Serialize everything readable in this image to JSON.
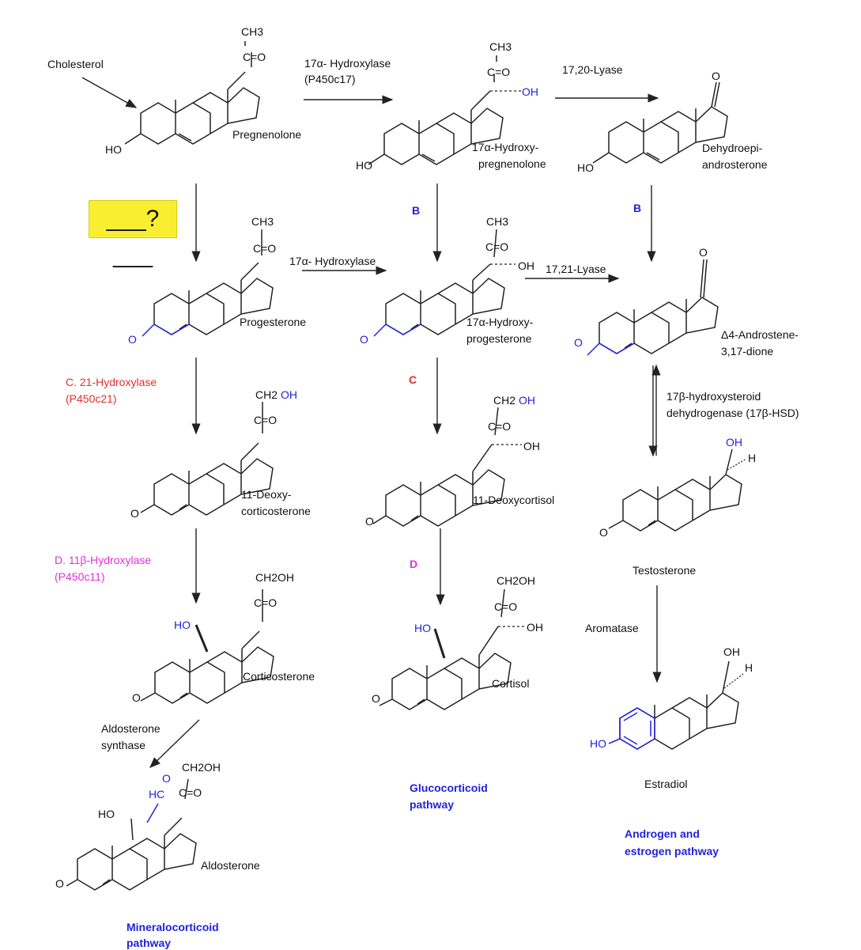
{
  "colors": {
    "black": "#111111",
    "blue": "#2222dd",
    "red": "#e0322a",
    "magenta": "#e030e0",
    "highlight": "#f9ee2f"
  },
  "start": "Cholesterol",
  "unknown_enzyme": "___?___",
  "compounds": {
    "pregnenolone": "Pregnenolone",
    "oh_pregnenolone_1": "17α-Hydroxy-",
    "oh_pregnenolone_2": "pregnenolone",
    "dhea_1": "Dehydroepi-",
    "dhea_2": "androsterone",
    "progesterone": "Progesterone",
    "oh_progesterone_1": "17α-Hydroxy-",
    "oh_progesterone_2": "progesterone",
    "androstenedione_1": "Δ4-Androstene-",
    "androstenedione_2": "3,17-dione",
    "deoxycorticosterone_1": "11-Deoxy-",
    "deoxycorticosterone_2": "corticosterone",
    "deoxycortisol": "11-Deoxycortisol",
    "testosterone": "Testosterone",
    "corticosterone": "Corticosterone",
    "cortisol": "Cortisol",
    "estradiol": "Estradiol",
    "aldosterone": "Aldosterone"
  },
  "enzymes": {
    "hydroxylase_17a_1": "17α- Hydroxylase",
    "hydroxylase_17a_1b": "(P450c17)",
    "lyase_1720": "17,20-Lyase",
    "hydroxylase_17a_2": "17α- Hydroxylase",
    "lyase_1721": "17,21-Lyase",
    "b1": "B",
    "b2": "B",
    "c_main_1": "C. 21-Hydroxylase",
    "c_main_2": "(P450c21)",
    "c2": "C",
    "hsd_1": "17β-hydroxysteroid",
    "hsd_2": "dehydrogenase (17β-HSD)",
    "d_main_1": "D. 11β-Hydroxylase",
    "d_main_2": "(P450c11)",
    "d2": "D",
    "aromatase": "Aromatase",
    "aldo_synth_1": "Aldosterone",
    "aldo_synth_2": "synthase"
  },
  "groups": {
    "ch3": "CH3",
    "ch2oh": "CH2OH",
    "ch2": "CH2",
    "oh_suffix": "OH",
    "co": "C=O",
    "oh": "OH",
    "ho": "HO",
    "o": "O",
    "h": "H",
    "hc": "HC"
  },
  "pathways": {
    "mineralocorticoid_1": "Mineralocorticoid",
    "mineralocorticoid_2": "pathway",
    "glucocorticoid_1": "Glucocorticoid",
    "glucocorticoid_2": "pathway",
    "androgen_1": "Androgen and",
    "androgen_2": "estrogen pathway"
  }
}
